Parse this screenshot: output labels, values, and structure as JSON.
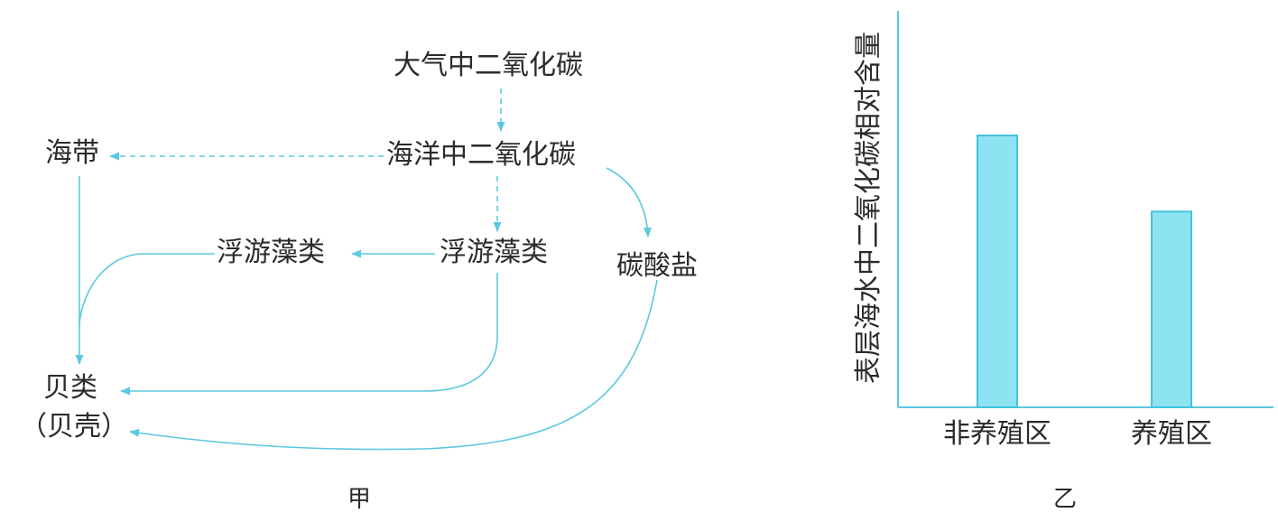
{
  "diagram": {
    "nodes": {
      "atmos_co2": "大气中二氧化碳",
      "ocean_co2": "海洋中二氧化碳",
      "kelp": "海带",
      "plankton_left": "浮游藻类",
      "plankton_mid": "浮游藻类",
      "carbonate": "碳酸盐",
      "shellfish": "贝类",
      "shell": "（贝壳）"
    },
    "caption": "甲"
  },
  "chart": {
    "caption": "乙",
    "ylabel": "表层海水中二氧化碳相对含量"
  },
  "chart_data": {
    "type": "bar",
    "categories": [
      "非养殖区",
      "养殖区"
    ],
    "values": [
      1.0,
      0.72
    ],
    "ylabel": "表层海水中二氧化碳相对含量",
    "xlabel": "",
    "ylim": [
      0,
      1.0
    ],
    "grid": false,
    "colors": {
      "bar_fill": "#8ee3f2",
      "bar_stroke": "#43c2dd",
      "axis": "#5bc8e0"
    }
  },
  "colors": {
    "arrow": "#5bc8e0",
    "text": "#2b2b2b"
  }
}
